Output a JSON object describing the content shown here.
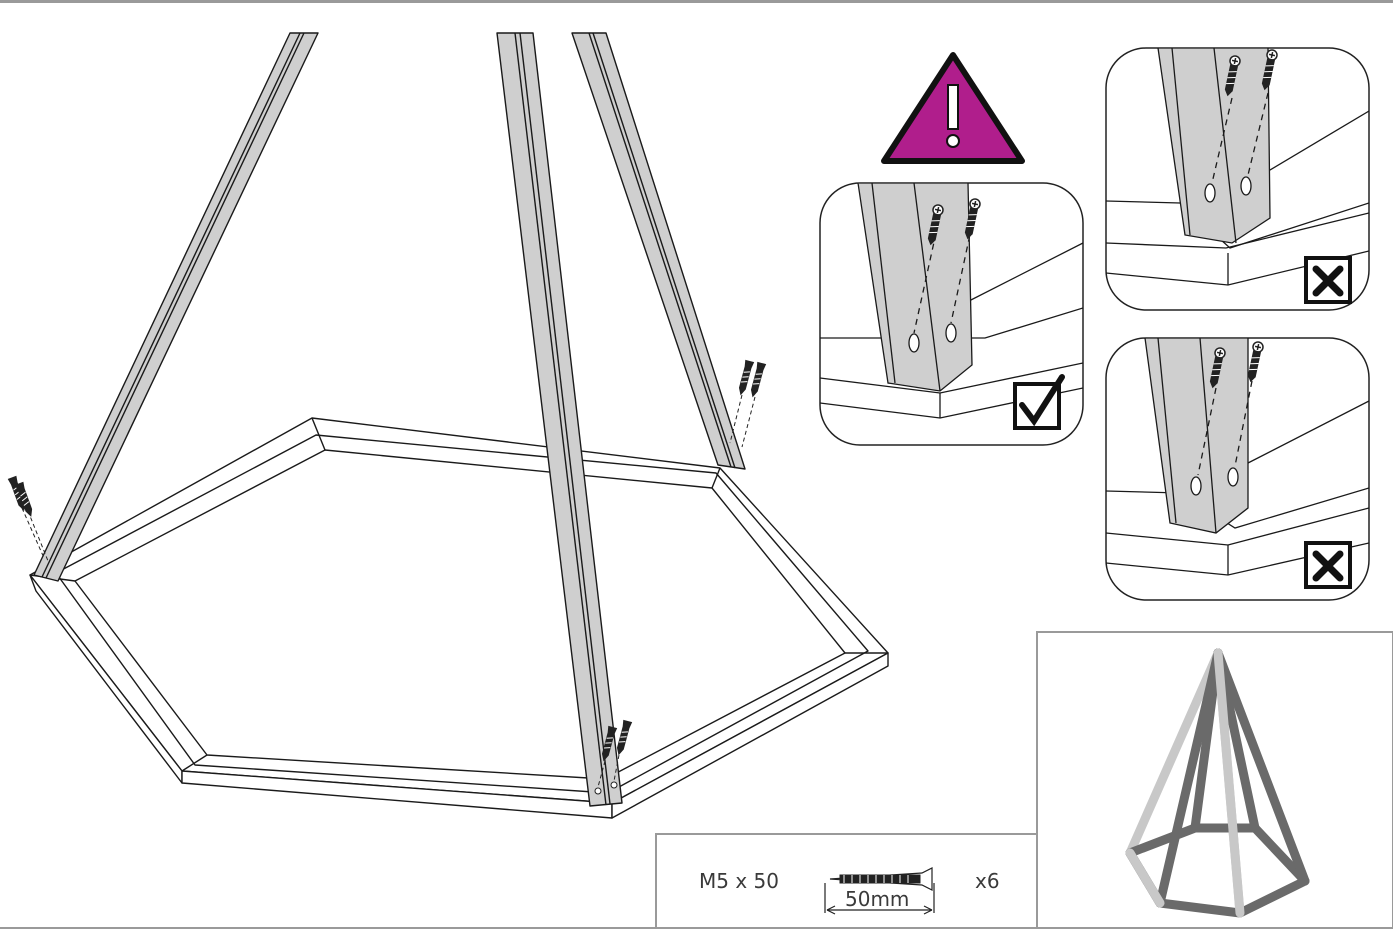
{
  "hardware": {
    "part_label": "M5 x 50",
    "length_label": "50mm",
    "quantity_label": "x6"
  },
  "warning": {
    "icon": "warning-triangle-icon",
    "color": "#b01e8c"
  },
  "examples": [
    {
      "id": "correct",
      "mark": "check-box-icon"
    },
    {
      "id": "wrong-1",
      "mark": "cross-box-icon"
    },
    {
      "id": "wrong-2",
      "mark": "cross-box-icon"
    }
  ],
  "colors": {
    "leg_fill": "#cfcfcf",
    "line": "#1a1a1a",
    "frame_light": "#c8c8c8",
    "frame_dark": "#6a6a6a"
  }
}
